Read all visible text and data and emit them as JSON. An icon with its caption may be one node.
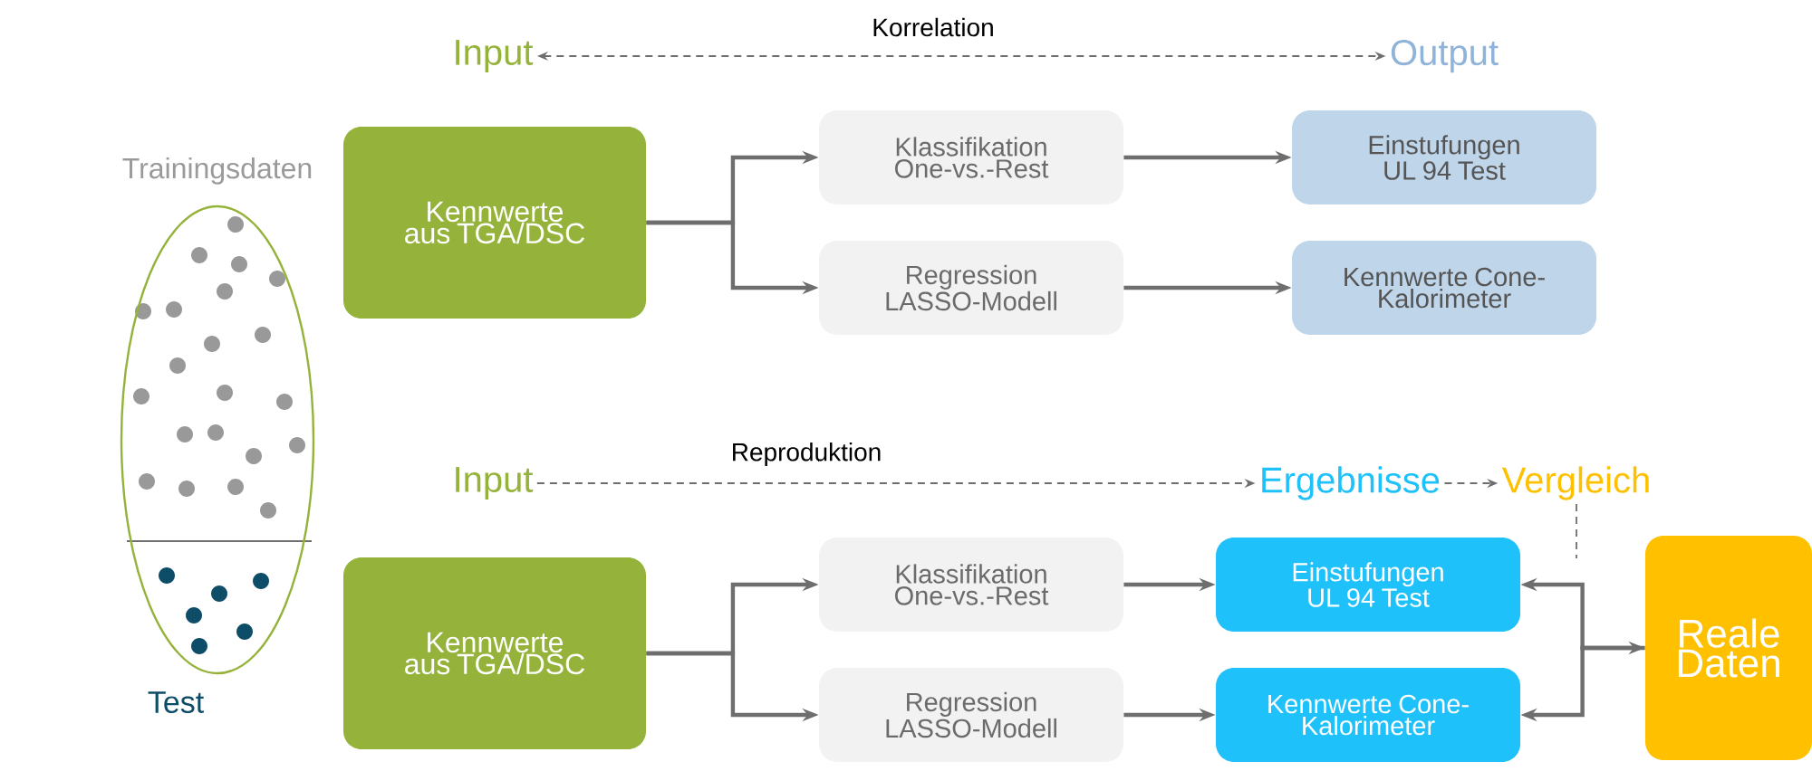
{
  "diagram": {
    "nodes": [
      {
        "text": [
          "Trainingsdaten",
          "Test"
        ]
      },
      {
        "text": [
          "Input"
        ]
      },
      {
        "text": [
          "Output"
        ]
      },
      {
        "text": [
          "Kennwerte aus TGA/DSC"
        ]
      },
      {
        "text": [
          "Klassifikation One-vs.-Rest"
        ]
      },
      {
        "text": [
          "Regression LASSO-Modell"
        ]
      },
      {
        "text": [
          "Einstufungen UL 94 Test"
        ]
      },
      {
        "text": [
          "Kennwerte Cone-Kalorimeter"
        ]
      },
      {
        "text": [
          "Input"
        ]
      },
      {
        "text": [
          "Ergebnisse"
        ]
      },
      {
        "text": [
          "Vergleich"
        ]
      },
      {
        "text": [
          "Kennwerte aus TGA/DSC"
        ]
      },
      {
        "text": [
          "Klassifikation One-vs.-Rest"
        ]
      },
      {
        "text": [
          "Regression LASSO-Modell"
        ]
      },
      {
        "text": [
          "Einstufungen UL 94 Test"
        ]
      },
      {
        "text": [
          "Kennwerte Cone-Kalorimeter"
        ]
      },
      {
        "text": [
          "Reale Daten"
        ]
      }
    ],
    "edges": [
      {
        "from": 1,
        "to": 2,
        "arrow": "both",
        "label": "Korrelation",
        "style": "dashed"
      },
      {
        "from": 3,
        "to": 4,
        "arrow": "to"
      },
      {
        "from": 3,
        "to": 5,
        "arrow": "to"
      },
      {
        "from": 4,
        "to": 6,
        "arrow": "to"
      },
      {
        "from": 5,
        "to": 7,
        "arrow": "to"
      },
      {
        "from": 8,
        "to": 9,
        "arrow": "to",
        "label": "Reproduktion",
        "style": "dashed"
      },
      {
        "from": 9,
        "to": 10,
        "arrow": "to",
        "style": "dashed"
      },
      {
        "from": 10,
        "to": null,
        "arrow": "none",
        "style": "dashed"
      },
      {
        "from": 11,
        "to": 12,
        "arrow": "to"
      },
      {
        "from": 11,
        "to": 13,
        "arrow": "to"
      },
      {
        "from": 12,
        "to": 14,
        "arrow": "to"
      },
      {
        "from": 13,
        "to": 15,
        "arrow": "to"
      },
      {
        "from": 16,
        "to": 14,
        "arrow": "both"
      },
      {
        "from": 16,
        "to": 15,
        "arrow": "to"
      }
    ]
  }
}
